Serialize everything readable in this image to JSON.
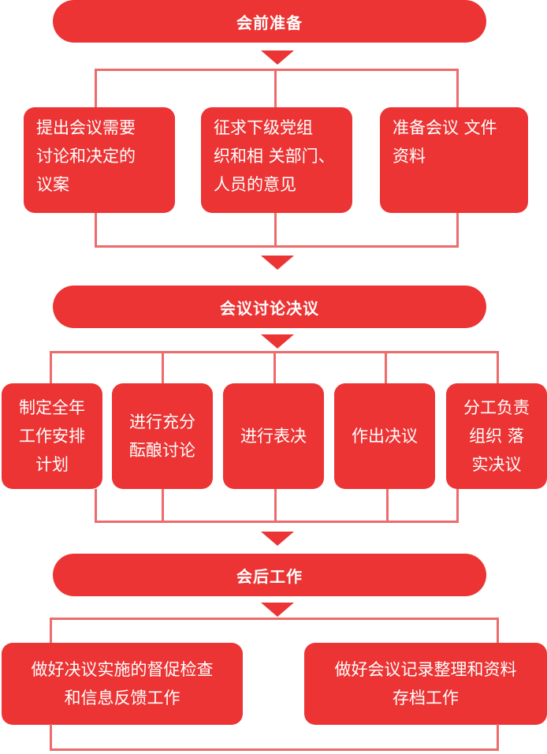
{
  "colors": {
    "primary": "#ec3434",
    "connector": "#ec6b6b",
    "text": "#ffffff"
  },
  "stages": [
    {
      "title": "会前准备",
      "items": [
        "提出会议需要\n讨论和决定的\n议案",
        "征求下级党组\n织和相 关部门、\n人员的意见",
        "准备会议 文件\n资料"
      ]
    },
    {
      "title": "会议讨论决议",
      "items": [
        "制定全年\n工作安排\n计划",
        "进行充分\n酝酿讨论",
        "进行表决",
        "作出决议",
        "分工负责\n组织 落\n实决议"
      ]
    },
    {
      "title": "会后工作",
      "items": [
        "做好决议实施的督促检查\n和信息反馈工作",
        "做好会议记录整理和资料\n存档工作"
      ]
    }
  ]
}
